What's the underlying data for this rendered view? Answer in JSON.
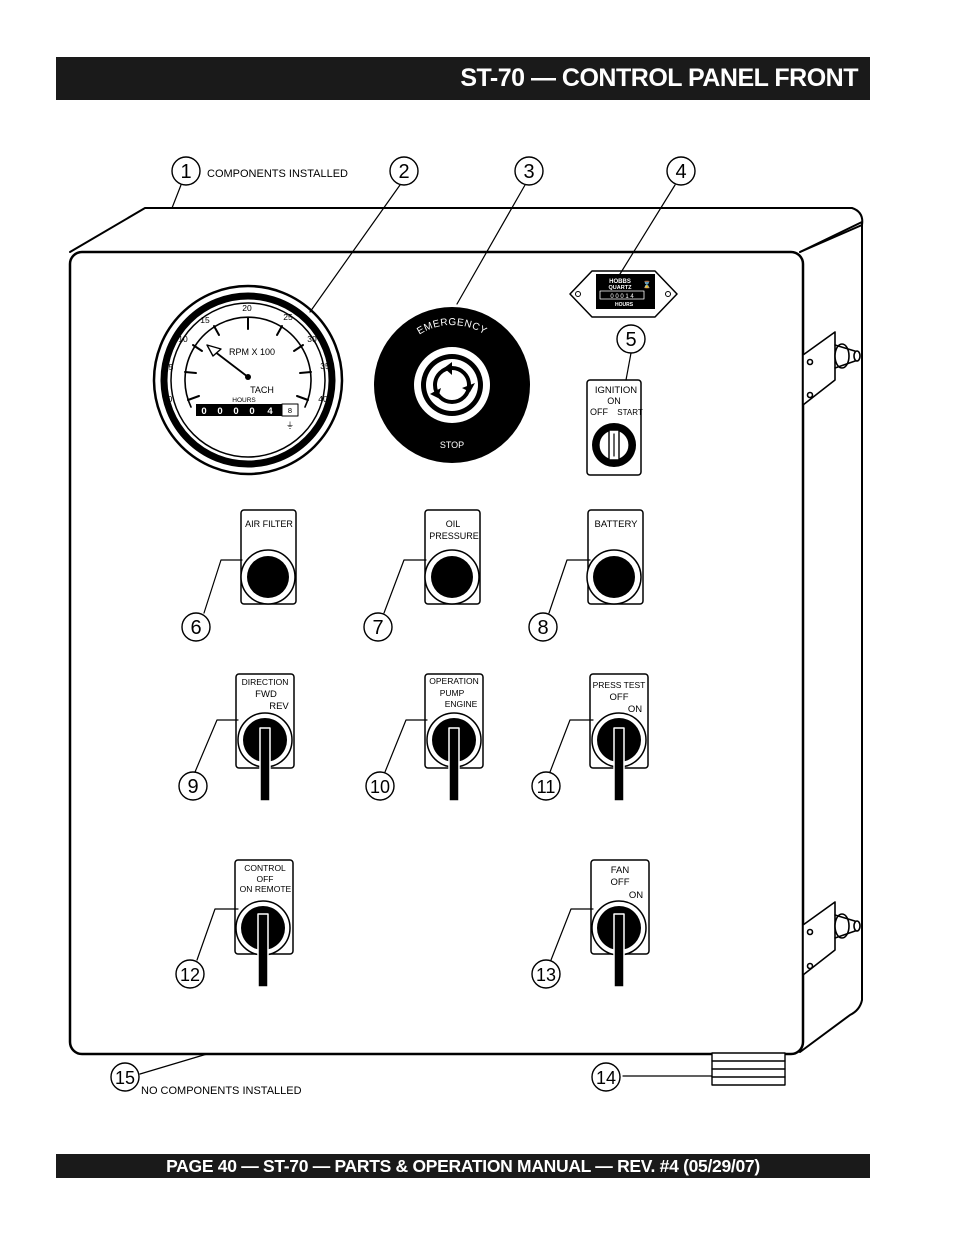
{
  "header": {
    "title": "ST-70 — CONTROL PANEL FRONT"
  },
  "footer": {
    "text": "PAGE 40 — ST-70 — PARTS & OPERATION MANUAL — REV. #4 (05/29/07)"
  },
  "callouts": {
    "c1": "1",
    "c2": "2",
    "c3": "3",
    "c4": "4",
    "c5": "5",
    "c6": "6",
    "c7": "7",
    "c8": "8",
    "c9": "9",
    "c10": "10",
    "c11": "11",
    "c12": "12",
    "c13": "13",
    "c14": "14",
    "c15": "15"
  },
  "notes": {
    "top": "COMPONENTS INSTALLED",
    "bottom": "NO COMPONENTS INSTALLED"
  },
  "tach": {
    "ticks": [
      "0",
      "5",
      "10",
      "15",
      "20",
      "25",
      "30",
      "35",
      "40"
    ],
    "label": "RPM X 100",
    "name": "TACH",
    "hours_label": "HOURS",
    "digits": [
      "0",
      "0",
      "0",
      "0",
      "4"
    ],
    "last_digit": "8"
  },
  "estop": {
    "top": "EMERGENCY",
    "bottom": "STOP"
  },
  "hourmeter": {
    "brand": "HOBBS",
    "sub": "QUARTZ",
    "digits": "0 0 0 1 4",
    "label": "HOURS"
  },
  "ignition": {
    "l1": "IGNITION",
    "l2": "ON",
    "l3": "OFF",
    "l4": "START"
  },
  "lights": {
    "air": "AIR FILTER",
    "oil1": "OIL",
    "oil2": "PRESSURE",
    "battery": "BATTERY"
  },
  "switches": {
    "dir": {
      "l1": "DIRECTION",
      "l2": "FWD",
      "l3": "REV"
    },
    "op": {
      "l1": "OPERATION",
      "l2": "PUMP",
      "l3": "ENGINE"
    },
    "press": {
      "l1": "PRESS TEST",
      "l2": "OFF",
      "l3": "ON"
    },
    "ctrl": {
      "l1": "CONTROL",
      "l2": "OFF",
      "l3": "ON",
      "l4": "REMOTE"
    },
    "fan": {
      "l1": "FAN",
      "l2": "OFF",
      "l3": "ON"
    }
  }
}
